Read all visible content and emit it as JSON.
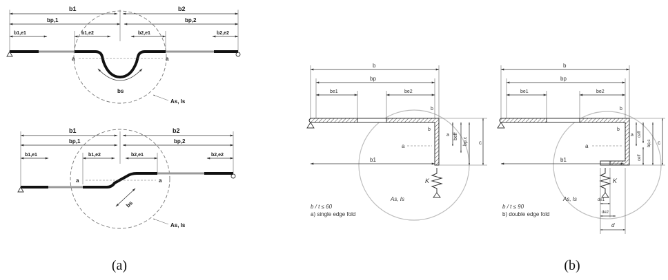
{
  "caption_a": "(a)",
  "caption_b": "(b)",
  "a_top": {
    "b1": "b1",
    "b2": "b2",
    "bp1": "bp,1",
    "bp2": "bp,2",
    "b1e1": "b1,e1",
    "b1e2": "b1,e2",
    "b2e1": "b2,e1",
    "b2e2": "b2,e2",
    "bs": "bs",
    "a": "a",
    "As": "As, Is"
  },
  "a_bottom": {
    "b1": "b1",
    "b2": "b2",
    "bp1": "bp,1",
    "bp2": "bp,2",
    "b1e1": "b1,e1",
    "b1e2": "b1,e2",
    "b2e1": "b2,e1",
    "b2e2": "b2,e2",
    "bs": "bs",
    "a": "a",
    "As": "As, Is"
  },
  "b_left": {
    "b": "b",
    "bp": "bp",
    "be1": "be1",
    "be2": "be2",
    "b1": "b1",
    "c": "c",
    "beff": "beff",
    "bp2": "bp,c",
    "a": "a",
    "K": "K",
    "A": "As, Is",
    "cond": "b / t ≤ 60",
    "title": "a) single edge fold"
  },
  "b_right": {
    "b": "b",
    "bp": "bp",
    "be1": "be1",
    "be2": "be2",
    "b1": "b1",
    "c": "c",
    "ceff": "ceff",
    "bpc": "bp,c",
    "a": "a",
    "K": "K",
    "A": "As, Is",
    "d1": "de1",
    "d2": "de2",
    "d": "d",
    "cond": "b / t ≤ 90",
    "title": "b) double edge fold"
  }
}
